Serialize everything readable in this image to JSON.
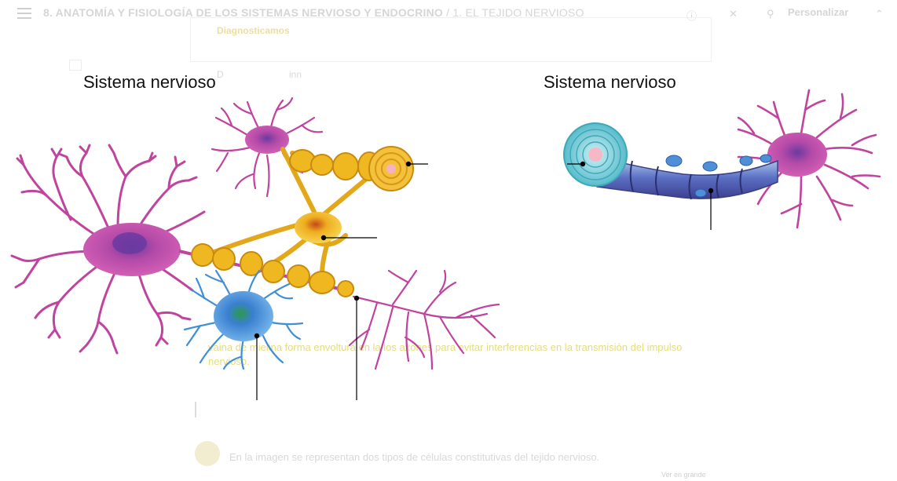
{
  "header": {
    "breadcrumb_main": "8. ANATOMÍA Y FISIOLOGÍA DE LOS SISTEMAS NERVIOSO Y ENDOCRINO",
    "breadcrumb_sep": " / ",
    "breadcrumb_sub": "1. EL TEJIDO NERVIOSO",
    "personalize": "Personalizar"
  },
  "card": {
    "header_text": "Diagnosticamos"
  },
  "tabs": [
    "D",
    "inn"
  ],
  "figure": {
    "left_title": "Sistema nervioso",
    "right_title": "Sistema nervioso"
  },
  "paragraph": "vaina de mielina forma envoltura en la los axones para evitar interferencias en la transmisión del impulso nervioso.",
  "paragraph2": "En la imagen se representan dos tipos de células constitutivas del tejido nervioso.",
  "footnote": "Ver en grande",
  "colors": {
    "neuron": "#c0439e",
    "myelin": "#e7b21b",
    "glia": "#3f8fd6",
    "axon_sheath": "#7bc3d6"
  }
}
